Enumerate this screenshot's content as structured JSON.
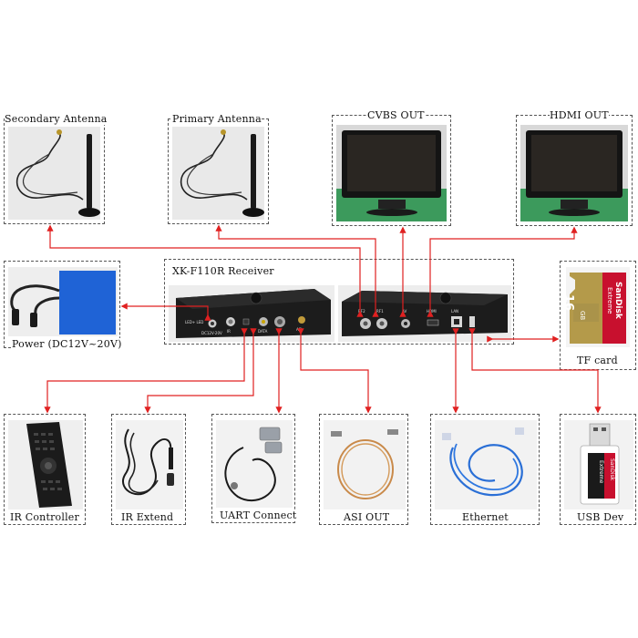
{
  "labels": {
    "secondary_antenna": "Secondary Antenna",
    "primary_antenna": "Primary Antenna",
    "cvbs_out": "CVBS OUT",
    "hdmi_out": "HDMI OUT",
    "receiver": "XK-F110R Receiver",
    "power": "Power (DC12V~20V)",
    "tf_card": "TF card",
    "ir_controller": "IR Controller",
    "ir_extend": "IR Extend",
    "uart_connect": "UART Connect",
    "asi_out": "ASI OUT",
    "ethernet": "Ethernet",
    "usb_dev": "USB Dev"
  },
  "tf_card_print": {
    "capacity": "16",
    "unit": "GB",
    "brand": "SanDisk",
    "line": "Extreme"
  },
  "usb_print": {
    "brand": "SanDisk",
    "line": "Extreme"
  },
  "colors": {
    "arrow": "#e02020",
    "card_red": "#c8102e",
    "card_gold": "#b49a4a",
    "cable_blue": "#2a6fd6",
    "battery_blue": "#1f63d6"
  }
}
